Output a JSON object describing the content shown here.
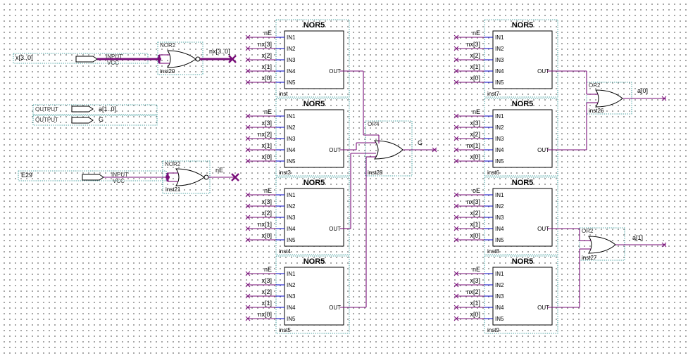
{
  "colors": {
    "wire": "#7a0f7a",
    "frame": "#1a8a8a",
    "pin": "#0000cc",
    "grid": "#8a8a8a"
  },
  "io": {
    "input_x": {
      "name": "x[3..0]",
      "type": "INPUT",
      "vcc": "VCC"
    },
    "input_e": {
      "name": "E29",
      "type": "INPUT",
      "vcc": "VCC"
    },
    "output_a": {
      "name": "a[1..0]",
      "type": "OUTPUT"
    },
    "output_g": {
      "name": "G",
      "type": "OUTPUT"
    }
  },
  "gates": [
    {
      "type": "NOR2",
      "inst": "inst20",
      "out_label": "nx[3..0]"
    },
    {
      "type": "NOR2",
      "inst": "inst21",
      "out_label": "nE"
    },
    {
      "type": "OR4",
      "inst": "inst28",
      "out_label": "G"
    },
    {
      "type": "OR2",
      "inst": "inst26",
      "out_label": "a[0]"
    },
    {
      "type": "OR2",
      "inst": "inst27",
      "out_label": "a[1]"
    }
  ],
  "nor5_blocks": [
    {
      "title": "NOR5",
      "inst": "inst",
      "inputs": [
        "nE",
        "nx[3]",
        "x[2]",
        "x[1]",
        "x[0]",
        ""
      ]
    },
    {
      "title": "NOR5",
      "inst": "inst3",
      "inputs": [
        "nE",
        "x[3]",
        "nx[2]",
        "x[1]",
        "x[0]",
        ""
      ]
    },
    {
      "title": "NOR5",
      "inst": "inst4",
      "inputs": [
        "nE",
        "x[3]",
        "x[2]",
        "nx[1]",
        "x[0]",
        ""
      ]
    },
    {
      "title": "NOR5",
      "inst": "inst5",
      "inputs": [
        "nE",
        "x[3]",
        "x[2]",
        "x[1]",
        "nx[0]",
        ""
      ]
    },
    {
      "title": "NOR5",
      "inst": "inst7",
      "inputs": [
        "nE",
        "nx[3]",
        "x[2]",
        "x[1]",
        "x[0]",
        ""
      ]
    },
    {
      "title": "NOR5",
      "inst": "inst6",
      "inputs": [
        "nE",
        "x[3]",
        "x[2]",
        "nx[1]",
        "x[0]",
        ""
      ]
    },
    {
      "title": "NOR5",
      "inst": "inst8",
      "inputs": [
        "oE",
        "nx[3]",
        "x[2]",
        "x[1]",
        "x[0]",
        ""
      ]
    },
    {
      "title": "NOR5",
      "inst": "inst9",
      "inputs": [
        "nE",
        "x[3]",
        "nx[2]",
        "x[1]",
        "x[0]",
        ""
      ]
    }
  ],
  "pins": {
    "in": [
      "IN1",
      "IN2",
      "IN3",
      "IN4",
      "IN5"
    ],
    "out": "OUT"
  }
}
